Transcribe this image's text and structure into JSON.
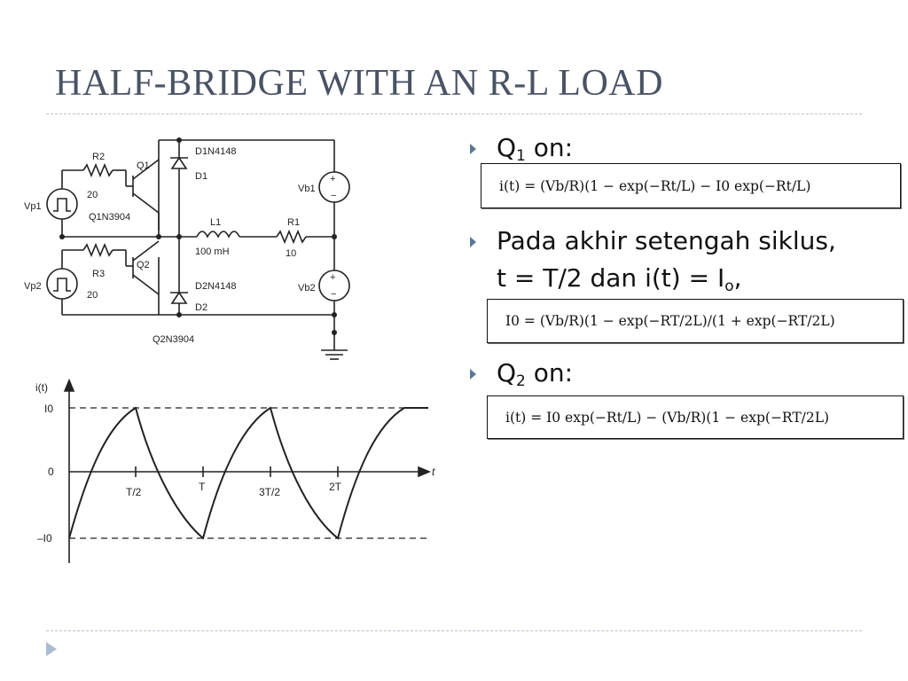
{
  "slide": {
    "title": "HALF-BRIDGE WITH AN R-L LOAD"
  },
  "bullets": [
    {
      "main": "Q",
      "sub": "1",
      "rest": " on:"
    },
    {
      "line1": "Pada akhir setengah siklus,",
      "line2_main": "t = T/2 dan i(t) = I",
      "line2_sub": "o",
      "line2_rest": ","
    },
    {
      "main": "Q",
      "sub": "2",
      "rest": " on:"
    }
  ],
  "equations": {
    "eq1": "i(t) = (Vb/R)(1 − exp(−Rt/L) − I0 exp(−Rt/L)",
    "eq2": "I0 = (Vb/R)(1 − exp(−RT/2L)/(1 + exp(−RT/2L)",
    "eq3": "i(t) = I0 exp(−Rt/L) − (Vb/R)(1 − exp(−RT/2L)"
  },
  "circuit": {
    "r2": "R2",
    "r2_val": "20",
    "r3": "R3",
    "r3_val": "20",
    "q1": "Q1",
    "q1_part": "Q1N3904",
    "q2": "Q2",
    "q2_part": "Q2N3904",
    "d1_part": "D1N4148",
    "d1": "D1",
    "d2_part": "D2N4148",
    "d2": "D2",
    "l1": "L1",
    "l1_val": "100 mH",
    "r1": "R1",
    "r1_val": "10",
    "vp1": "Vp1",
    "vp2": "Vp2",
    "vb1": "Vb1",
    "vb2": "Vb2"
  },
  "waveform": {
    "ylabel": "i(t)",
    "xlabel": "t",
    "y_ticks": [
      "I0",
      "0",
      "–I0"
    ],
    "x_ticks": [
      "T/2",
      "T",
      "3T/2",
      "2T"
    ]
  },
  "colors": {
    "title": "#4a5264",
    "bullet_marker": "#5b7896",
    "rule": "#b9c2cc",
    "nav_arrow": "#a9bcd0"
  }
}
